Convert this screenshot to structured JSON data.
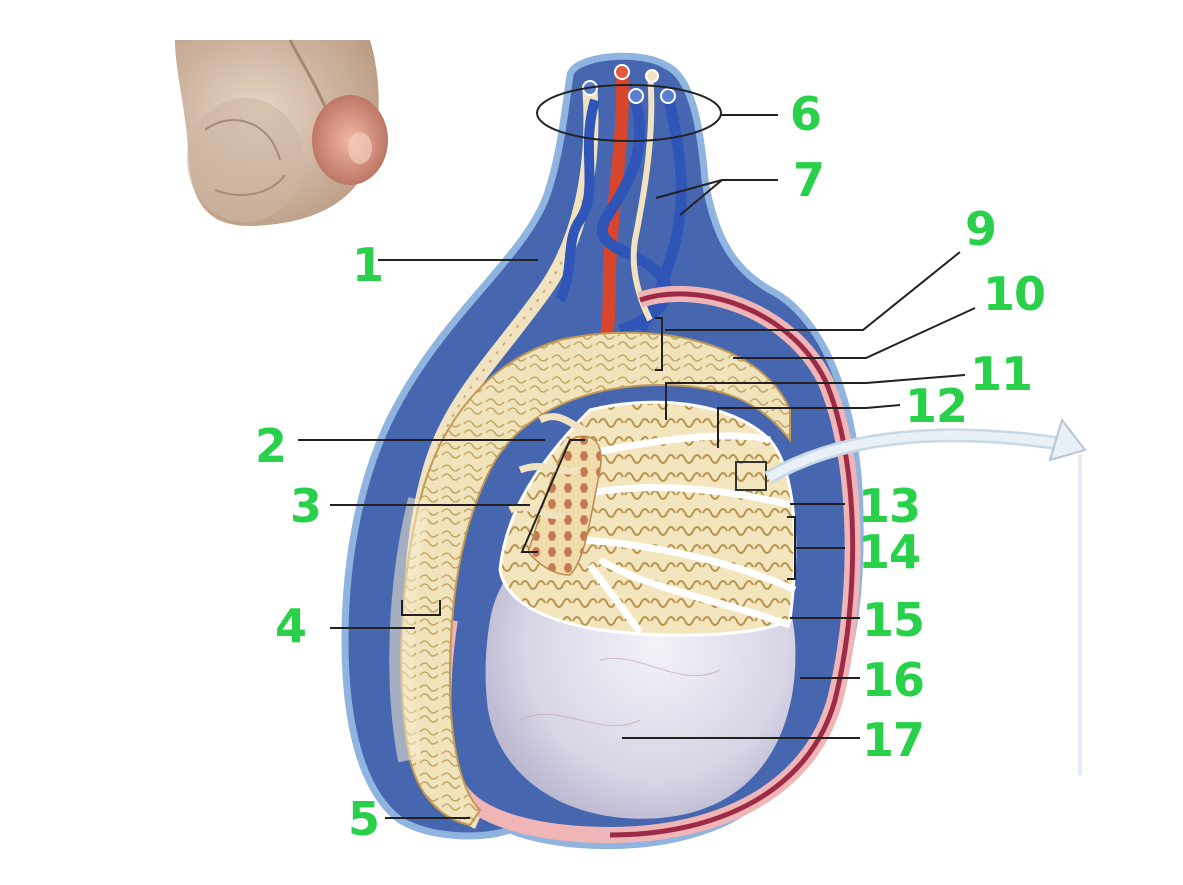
{
  "labels": [
    {
      "id": "label-1",
      "text": "1"
    },
    {
      "id": "label-2",
      "text": "2"
    },
    {
      "id": "label-3",
      "text": "3"
    },
    {
      "id": "label-4",
      "text": "4"
    },
    {
      "id": "label-5",
      "text": "5"
    },
    {
      "id": "label-6",
      "text": "6"
    },
    {
      "id": "label-7",
      "text": "7"
    },
    {
      "id": "label-9",
      "text": "9"
    },
    {
      "id": "label-10",
      "text": "10"
    },
    {
      "id": "label-11",
      "text": "11"
    },
    {
      "id": "label-12",
      "text": "12"
    },
    {
      "id": "label-13",
      "text": "13"
    },
    {
      "id": "label-14",
      "text": "14"
    },
    {
      "id": "label-15",
      "text": "15"
    },
    {
      "id": "label-16",
      "text": "16"
    },
    {
      "id": "label-17",
      "text": "17"
    }
  ],
  "colors": {
    "label_green": "#29d14a",
    "leader_line": "#222222",
    "scrotal_skin_blue": "#4b6db0",
    "artery_red": "#d8452d",
    "vein_blue": "#2f55b8",
    "tubule_cream": "#efe2b6",
    "tunica_pink": "#e9b3b6",
    "testis_lavender": "#d9d7e8"
  }
}
